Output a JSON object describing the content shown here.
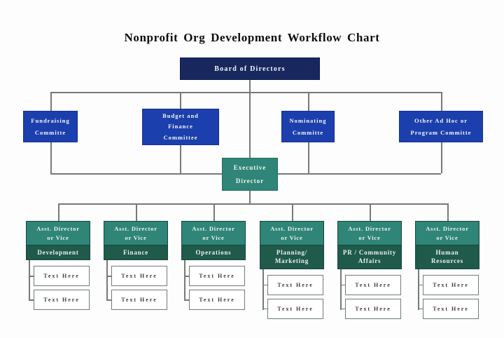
{
  "title": "Nonprofit Org Development Workflow Chart",
  "colors": {
    "navy": "#18285f",
    "blue": "#1c3fae",
    "teal": "#2f8577",
    "dark_teal": "#1f5a4b",
    "line": "#787878"
  },
  "board": {
    "label": "Board of Directors"
  },
  "committees": [
    {
      "label": "Fundraising\nCommitte"
    },
    {
      "label": "Budget and\nFinance\nCommittee"
    },
    {
      "label": "Nominating\nCommitte"
    },
    {
      "label": "Other Ad Hoc or\nProgram Committe"
    }
  ],
  "executive": {
    "label": "Executive\nDirector"
  },
  "departments": [
    {
      "role": "Asst. Director\nor Vice",
      "name": "Development",
      "children": [
        "Text Here",
        "Text Here"
      ]
    },
    {
      "role": "Asst. Director\nor Vice",
      "name": "Finance",
      "children": [
        "Text Here",
        "Text Here"
      ]
    },
    {
      "role": "Asst. Director\nor Vice",
      "name": "Operations",
      "children": [
        "Text Here",
        "Text Here"
      ]
    },
    {
      "role": "Asst. Director\nor Vice",
      "name": "Planning/\nMarketing",
      "children": [
        "Text Here",
        "Text Here"
      ]
    },
    {
      "role": "Asst. Director\nor Vice",
      "name": "PR / Community\nAffairs",
      "children": [
        "Text Here",
        "Text Here"
      ]
    },
    {
      "role": "Asst. Director\nor Vice",
      "name": "Human\nResources",
      "children": [
        "Text Here",
        "Text Here"
      ]
    }
  ]
}
